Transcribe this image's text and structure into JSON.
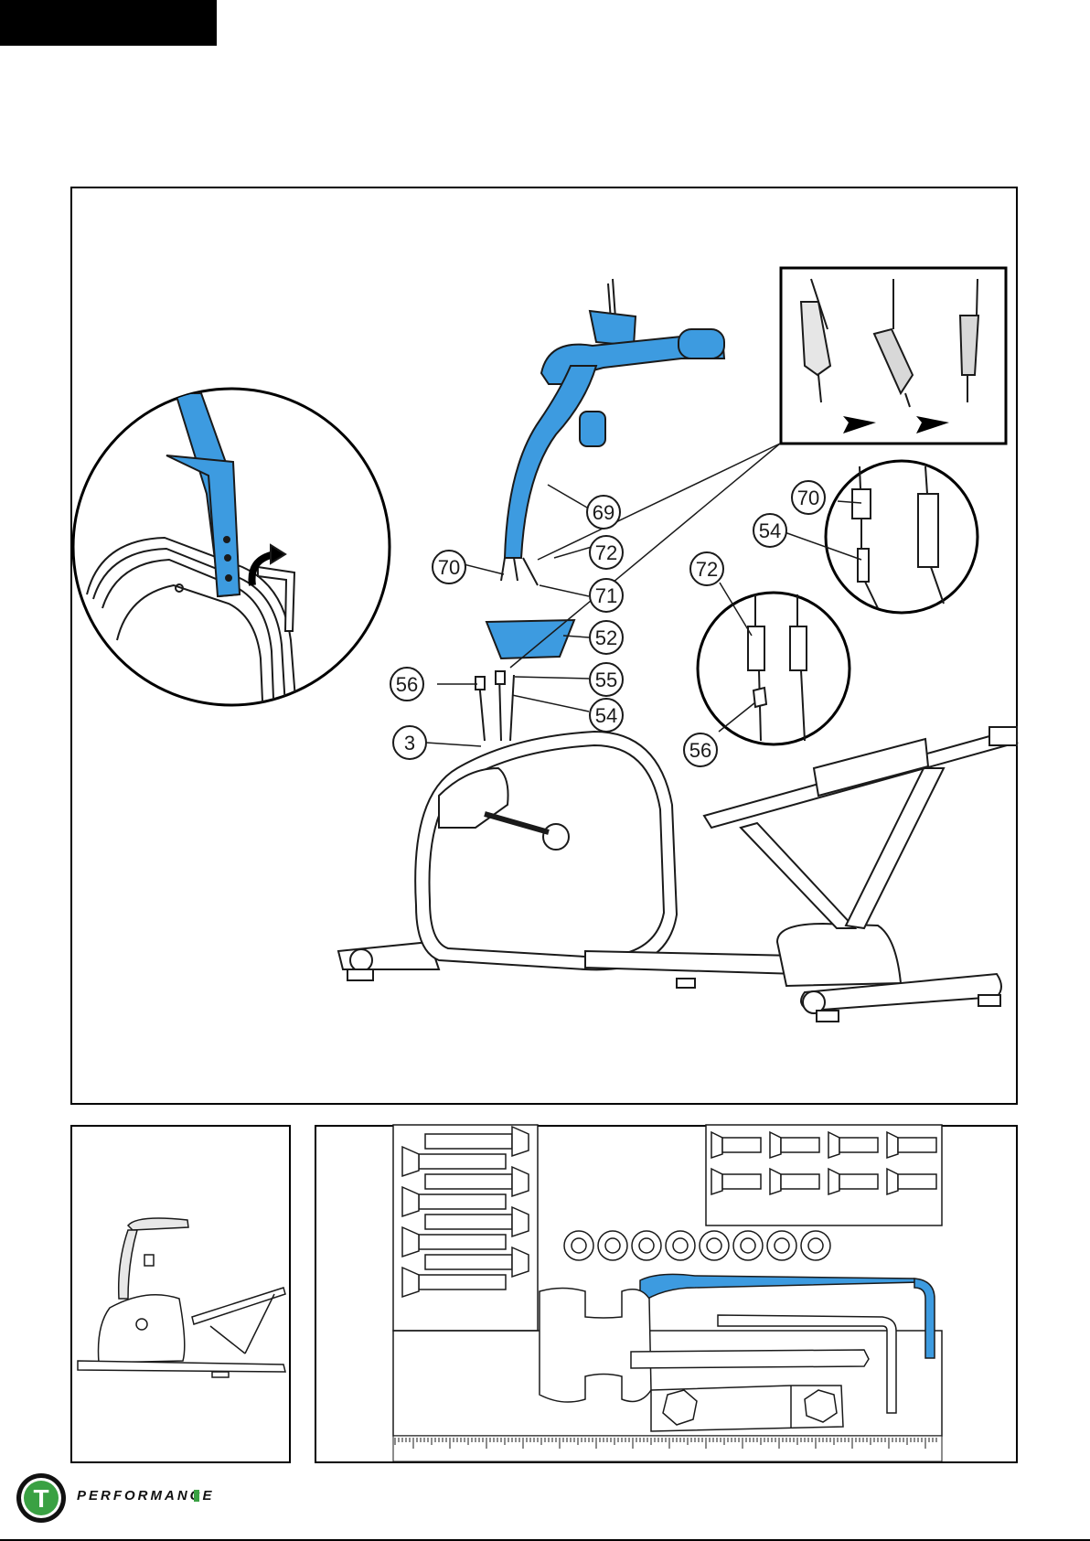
{
  "main_diagram": {
    "callouts": [
      {
        "label": "69"
      },
      {
        "label": "72"
      },
      {
        "label": "70"
      },
      {
        "label": "71"
      },
      {
        "label": "52"
      },
      {
        "label": "56"
      },
      {
        "label": "55"
      },
      {
        "label": "54"
      },
      {
        "label": "3"
      }
    ],
    "detail_cables": {
      "labels": [
        "70",
        "54"
      ]
    },
    "detail_connector": {
      "labels": [
        "72",
        "56"
      ]
    }
  },
  "footer": {
    "brand_letter": "T",
    "brand_name": "PERFORMANCE"
  },
  "colors": {
    "accent_blue": "#3d9be0",
    "brand_green": "#3aa143",
    "line": "#1a1a1a"
  },
  "icons": [
    "hex-key-icon",
    "rotate-arrow-icon",
    "connector-arrow-icon"
  ]
}
